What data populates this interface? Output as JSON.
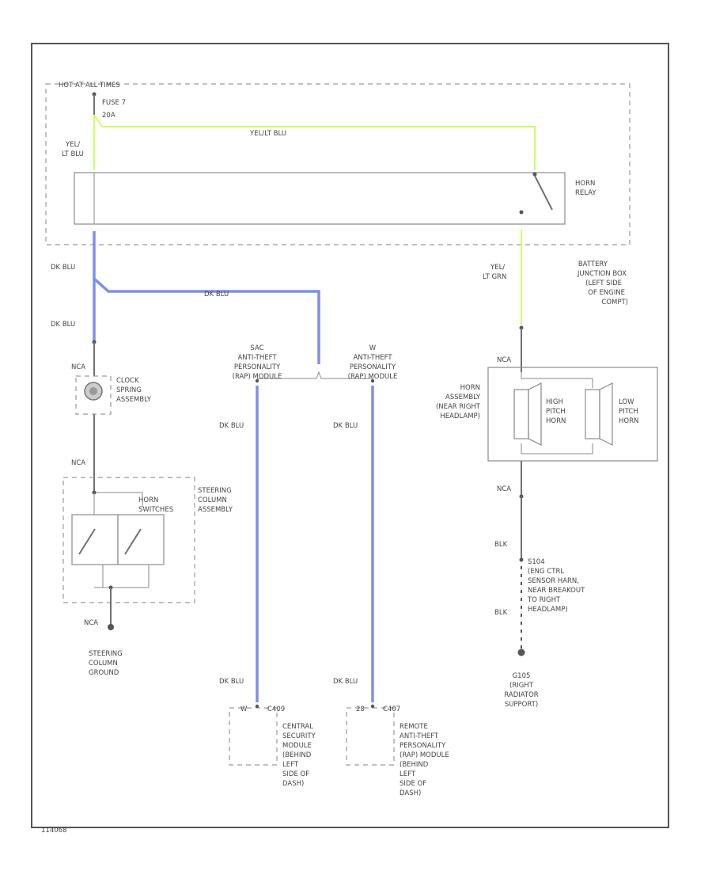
{
  "colors": {
    "frame": "#555555",
    "wire": "#707070",
    "green_wire": "#ccff66",
    "blue_wire": "#7f8fe6",
    "text": "#444444"
  },
  "labels": {
    "hot_at_all_times": "HOT AT ALL TIMES",
    "fuse": "FUSE 7",
    "fuse_rating": "20A",
    "yel_lt_blu_top": "YEL/",
    "yel_lt_blu_bot": "LT BLU",
    "yel_lt_blu_span": "YEL/LT BLU",
    "horn_relay_1": "HORN",
    "horn_relay_2": "RELAY",
    "battery_jb": [
      "BATTERY",
      "JUNCTION BOX",
      "(LEFT SIDE",
      "OF ENGINE",
      "COMPT)"
    ],
    "dk_blu": "DK BLU",
    "yel_lt_grn_1": "YEL/",
    "yel_lt_grn_2": "LT GRN",
    "nca": "NCA",
    "nca_upper": "NCA",
    "clock_spring": [
      "CLOCK",
      "SPRING",
      "ASSEMBLY"
    ],
    "anti_theft_left": [
      "SAC",
      "ANTI-THEFT",
      "PERSONALITY",
      "(RAP) MODULE"
    ],
    "anti_theft_right": [
      "W",
      "ANTI-THEFT",
      "PERSONALITY",
      "(RAP) MODULE"
    ],
    "horn_assembly": [
      "HORN",
      "ASSEMBLY",
      "(NEAR RIGHT",
      "HEADLAMP)"
    ],
    "high_pitch": [
      "HIGH",
      "PITCH",
      "HORN"
    ],
    "low_pitch": [
      "LOW",
      "PITCH",
      "HORN"
    ],
    "steering_column_asm": [
      "STEERING",
      "COLUMN",
      "ASSEMBLY"
    ],
    "horn_switches": [
      "HORN",
      "SWITCHES"
    ],
    "steering_ground": [
      "STEERING",
      "COLUMN",
      "GROUND"
    ],
    "blk": "BLK",
    "s104": [
      "S104",
      "(ENG CTRL",
      "SENSOR HARN,",
      "NEAR BREAKOUT",
      "TO RIGHT",
      "HEADLAMP)"
    ],
    "g105": [
      "G105",
      "(RIGHT",
      "RADIATOR",
      "SUPPORT)"
    ],
    "pin_w": "W",
    "c1_code": "C409",
    "central_module": [
      "CENTRAL",
      "SECURITY",
      "MODULE",
      "(BEHIND",
      "LEFT",
      "SIDE OF",
      "DASH)"
    ],
    "pin_28": "28",
    "c2_code": "C407",
    "remote_module": [
      "REMOTE",
      "ANTI-THEFT",
      "PERSONALITY",
      "(RAP) MODULE",
      "(BEHIND",
      "LEFT",
      "SIDE OF",
      "DASH)"
    ],
    "footer_code": "114068"
  }
}
